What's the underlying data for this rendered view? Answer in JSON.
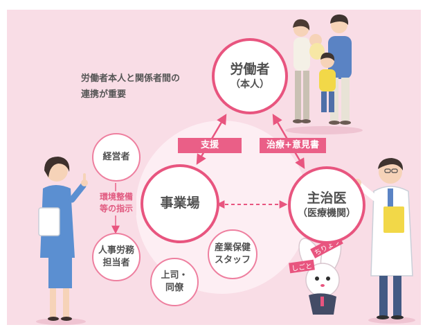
{
  "caption": {
    "line1": "労働者本人と関係者間の",
    "line2": "連携が重要"
  },
  "nodes": {
    "worker": {
      "title": "労働者",
      "sub": "（本人）"
    },
    "workplace": {
      "title": "事業場"
    },
    "doctor": {
      "title": "主治医",
      "sub": "（医療機関）"
    },
    "management": {
      "line1": "経営者"
    },
    "hr": {
      "line1": "人事労務",
      "line2": "担当者"
    },
    "boss": {
      "line1": "上司・",
      "line2": "同僚"
    },
    "health_staff": {
      "line1": "産業保健",
      "line2": "スタッフ"
    }
  },
  "edges": {
    "support": "支援",
    "treatment": "治療+意見書",
    "instruction": {
      "line1": "環境整備",
      "line2": "等の指示"
    }
  },
  "mascot": {
    "hat1": "ちりょう",
    "hat2": "しごと"
  },
  "colors": {
    "accent": "#e8557f",
    "panel": "#f9dde6",
    "text": "#505050"
  }
}
